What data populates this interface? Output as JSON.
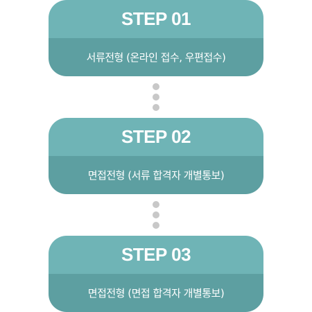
{
  "steps": [
    {
      "title": "STEP 01",
      "description": "서류전형 (온라인 접수, 우편접수)"
    },
    {
      "title": "STEP 02",
      "description": "면접전형 (서류 합격자 개별통보)"
    },
    {
      "title": "STEP 03",
      "description": "면접전형 (면접 합격자 개별통보)"
    }
  ],
  "colors": {
    "header_bg": "#6fb4b6",
    "body_bg": "#5d9fa1",
    "connector_dot": "#c8c8c8",
    "text": "#ffffff"
  }
}
